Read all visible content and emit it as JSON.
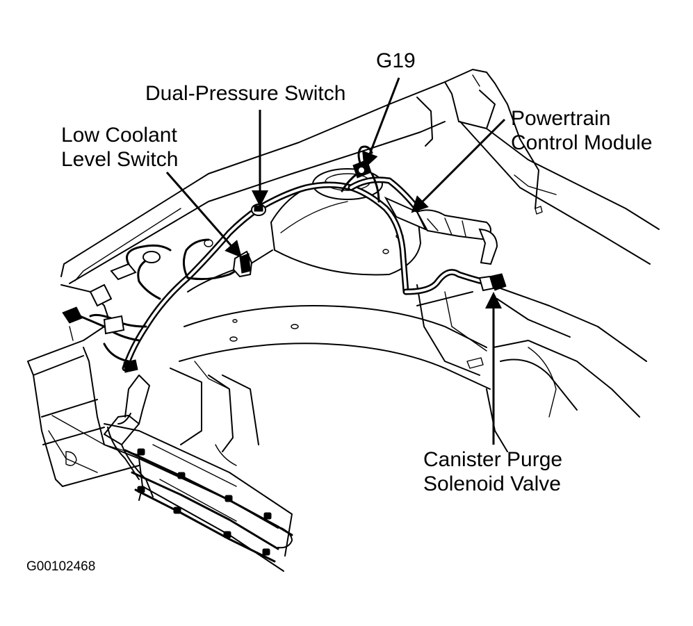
{
  "labels": {
    "g19": "G19",
    "dual_pressure_switch": "Dual-Pressure Switch",
    "low_coolant": [
      "Low Coolant",
      "Level Switch"
    ],
    "pcm": [
      "Powertrain",
      "Control Module"
    ],
    "canister_purge": [
      "Canister Purge",
      "Solenoid Valve"
    ]
  },
  "figure_id": "G00102468",
  "colors": {
    "ink": "#000000",
    "paper": "#ffffff"
  }
}
